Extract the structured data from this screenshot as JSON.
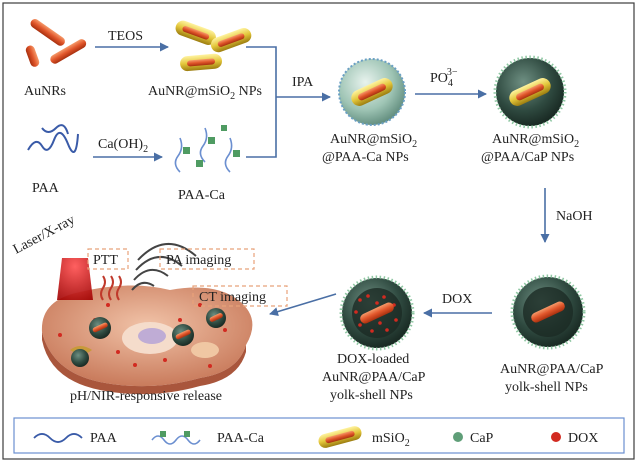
{
  "colors": {
    "arrow": "#4a6fa5",
    "nanorod": "#e0552a",
    "silica": "#e3c63a",
    "cap": "#5f9e78",
    "dox": "#d22a20",
    "cell": "#d98a6b",
    "dashed_box": "#e8a27a"
  },
  "steps": {
    "aunrs": "AuNRs",
    "teos": "TEOS",
    "aunr_msio2": "AuNR@mSiO",
    "aunr_msio2_sub": "2",
    "aunr_msio2_suffix": " NPs",
    "paa": "PAA",
    "caoh_pre": "Ca(OH)",
    "caoh_sub": "2",
    "paa_ca": "PAA-Ca",
    "ipa": "IPA",
    "paa_ca_np_l1_pre": "AuNR@mSiO",
    "paa_ca_np_l1_sub": "2",
    "paa_ca_np_l2": "@PAA-Ca NPs",
    "po4_base": "PO",
    "po4_sub": "4",
    "po4_sup": "3−",
    "cap_np_l1_pre": "AuNR@mSiO",
    "cap_np_l1_sub": "2",
    "cap_np_l2": "@PAA/CaP NPs",
    "naoh": "NaOH",
    "yolk_l1": "AuNR@PAA/CaP",
    "yolk_l2": "yolk-shell NPs",
    "dox": "DOX",
    "dox_loaded_l1": "DOX-loaded",
    "dox_loaded_l2": "AuNR@PAA/CaP",
    "dox_loaded_l3": "yolk-shell NPs"
  },
  "cell": {
    "laser": "Laser/X-ray",
    "ptt": "PTT",
    "pa_imaging": "PA imaging",
    "ct_imaging": "CT imaging",
    "release": "pH/NIR-responsive release"
  },
  "legend": [
    {
      "icon": "paa-chain-icon",
      "label": "PAA"
    },
    {
      "icon": "paa-ca-chain-icon",
      "label": "PAA-Ca"
    },
    {
      "icon": "msio2-rod-icon",
      "label_pre": "mSiO",
      "label_sub": "2"
    },
    {
      "icon": "cap-dot-icon",
      "label": "CaP"
    },
    {
      "icon": "dox-dot-icon",
      "label": "DOX"
    }
  ]
}
